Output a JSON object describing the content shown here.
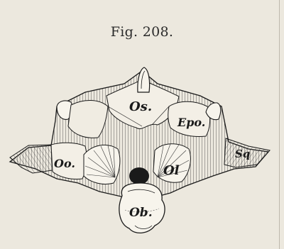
{
  "figure": {
    "caption": "Fig. 208."
  },
  "labels": {
    "os": "Os.",
    "epo": "Epo.",
    "oo": "Oo.",
    "ol": "Ol",
    "sq": "Sq",
    "ob": "Ob."
  },
  "colors": {
    "paper": "#ece8de",
    "ink": "#1a1a1a"
  }
}
